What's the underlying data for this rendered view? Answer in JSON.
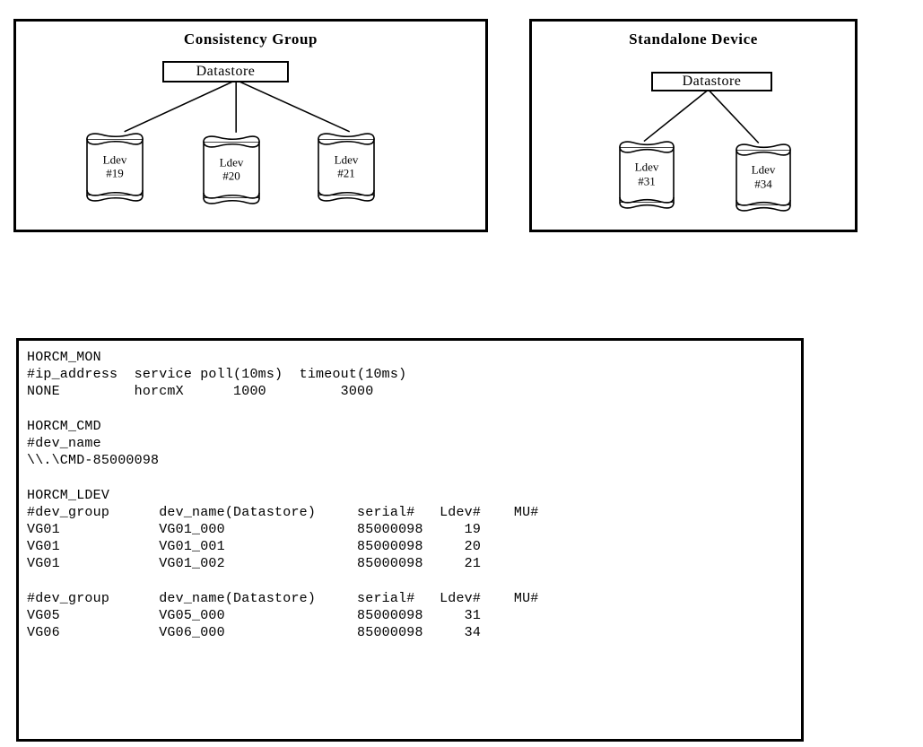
{
  "diagrams": [
    {
      "id": "consistency-group",
      "title": "Consistency Group",
      "datastore_label": "Datastore",
      "devices": [
        {
          "line1": "Ldev",
          "line2": "#19"
        },
        {
          "line1": "Ldev",
          "line2": "#20"
        },
        {
          "line1": "Ldev",
          "line2": "#21"
        }
      ]
    },
    {
      "id": "standalone-device",
      "title": "Standalone Device",
      "datastore_label": "Datastore",
      "devices": [
        {
          "line1": "Ldev",
          "line2": "#31"
        },
        {
          "line1": "Ldev",
          "line2": "#34"
        }
      ]
    }
  ],
  "config": {
    "text": "HORCM_MON\n#ip_address  service poll(10ms)  timeout(10ms)\nNONE         horcmX      1000         3000\n\nHORCM_CMD\n#dev_name\n\\\\.\\CMD-85000098\n\nHORCM_LDEV\n#dev_group      dev_name(Datastore)     serial#   Ldev#    MU#\nVG01            VG01_000                85000098     19\nVG01            VG01_001                85000098     20\nVG01            VG01_002                85000098     21\n\n#dev_group      dev_name(Datastore)     serial#   Ldev#    MU#\nVG05            VG05_000                85000098     31\nVG06            VG06_000                85000098     34",
    "sections": [
      {
        "name": "HORCM_MON",
        "header": "#ip_address  service poll(10ms)  timeout(10ms)",
        "rows": [
          {
            "ip_address": "NONE",
            "service": "horcmX",
            "poll": "1000",
            "timeout": "3000"
          }
        ]
      },
      {
        "name": "HORCM_CMD",
        "header": "#dev_name",
        "rows": [
          {
            "dev_name": "\\\\.\\CMD-85000098"
          }
        ]
      },
      {
        "name": "HORCM_LDEV",
        "header": "#dev_group      dev_name(Datastore)     serial#   Ldev#    MU#",
        "columns": [
          "#dev_group",
          "dev_name(Datastore)",
          "serial#",
          "Ldev#",
          "MU#"
        ],
        "groups": [
          {
            "rows": [
              {
                "dev_group": "VG01",
                "dev_name": "VG01_000",
                "serial": "85000098",
                "ldev": "19",
                "mu": ""
              },
              {
                "dev_group": "VG01",
                "dev_name": "VG01_001",
                "serial": "85000098",
                "ldev": "20",
                "mu": ""
              },
              {
                "dev_group": "VG01",
                "dev_name": "VG01_002",
                "serial": "85000098",
                "ldev": "21",
                "mu": ""
              }
            ]
          },
          {
            "rows": [
              {
                "dev_group": "VG05",
                "dev_name": "VG05_000",
                "serial": "85000098",
                "ldev": "31",
                "mu": ""
              },
              {
                "dev_group": "VG06",
                "dev_name": "VG06_000",
                "serial": "85000098",
                "ldev": "34",
                "mu": ""
              }
            ]
          }
        ]
      }
    ]
  },
  "colors": {
    "stroke": "#000000",
    "background": "#ffffff",
    "text": "#000000"
  }
}
